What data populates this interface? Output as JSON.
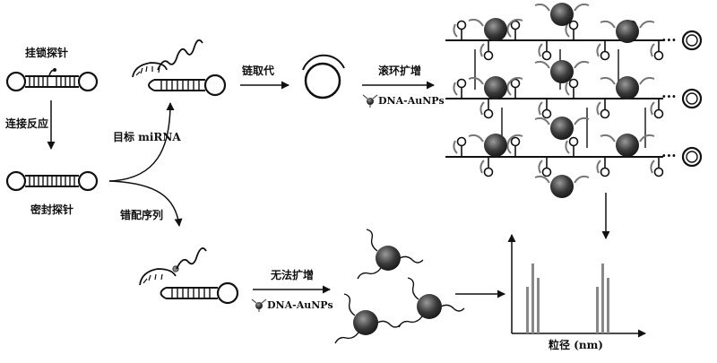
{
  "labels": {
    "hairpin_probe": "挂锁探针",
    "ligation": "连接反应",
    "sealed_probe": "密封探针",
    "target_mirna": "目标 miRNA",
    "mismatch": "错配序列",
    "strand_displacement": "链取代",
    "rolling_amplification": "滚环扩增",
    "dna_aunps_top": "DNA-AuNPs",
    "no_amplification": "无法扩增",
    "dna_aunps_bottom": "DNA-AuNPs",
    "particle_size": "粒径 (nm)",
    "ellipsis": "···"
  },
  "colors": {
    "line": "#111111",
    "strand_gray": "#777777",
    "particle_dark": "#3a3a3a",
    "particle_light": "#9a9a9a",
    "peak_gray": "#888888"
  },
  "histogram": {
    "peaks_left": [
      0.52,
      0.78,
      0.62
    ],
    "peaks_right": [
      0.52,
      0.78,
      0.62
    ]
  }
}
